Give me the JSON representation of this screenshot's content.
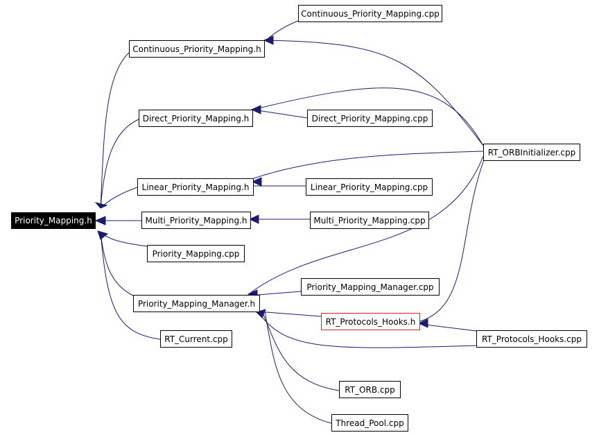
{
  "nodes": {
    "priority_mapping_h": "Priority_Mapping.h",
    "continuous_h": "Continuous_Priority_Mapping.h",
    "continuous_cpp": "Continuous_Priority_Mapping.cpp",
    "direct_h": "Direct_Priority_Mapping.h",
    "direct_cpp": "Direct_Priority_Mapping.cpp",
    "linear_h": "Linear_Priority_Mapping.h",
    "linear_cpp": "Linear_Priority_Mapping.cpp",
    "multi_h": "Multi_Priority_Mapping.h",
    "multi_cpp": "Multi_Priority_Mapping.cpp",
    "priority_mapping_cpp": "Priority_Mapping.cpp",
    "manager_h": "Priority_Mapping_Manager.h",
    "manager_cpp": "Priority_Mapping_Manager.cpp",
    "rt_orbinitializer_cpp": "RT_ORBInitializer.cpp",
    "rt_protocols_hooks_h": "RT_Protocols_Hooks.h",
    "rt_protocols_hooks_cpp": "RT_Protocols_Hooks.cpp",
    "rt_current_cpp": "RT_Current.cpp",
    "rt_orb_cpp": "RT_ORB.cpp",
    "thread_pool_cpp": "Thread_Pool.cpp"
  },
  "colors": {
    "edge": "#1c1c6e",
    "root_fill": "#000000",
    "root_text": "#ffffff",
    "highlight_border": "#d42020"
  }
}
